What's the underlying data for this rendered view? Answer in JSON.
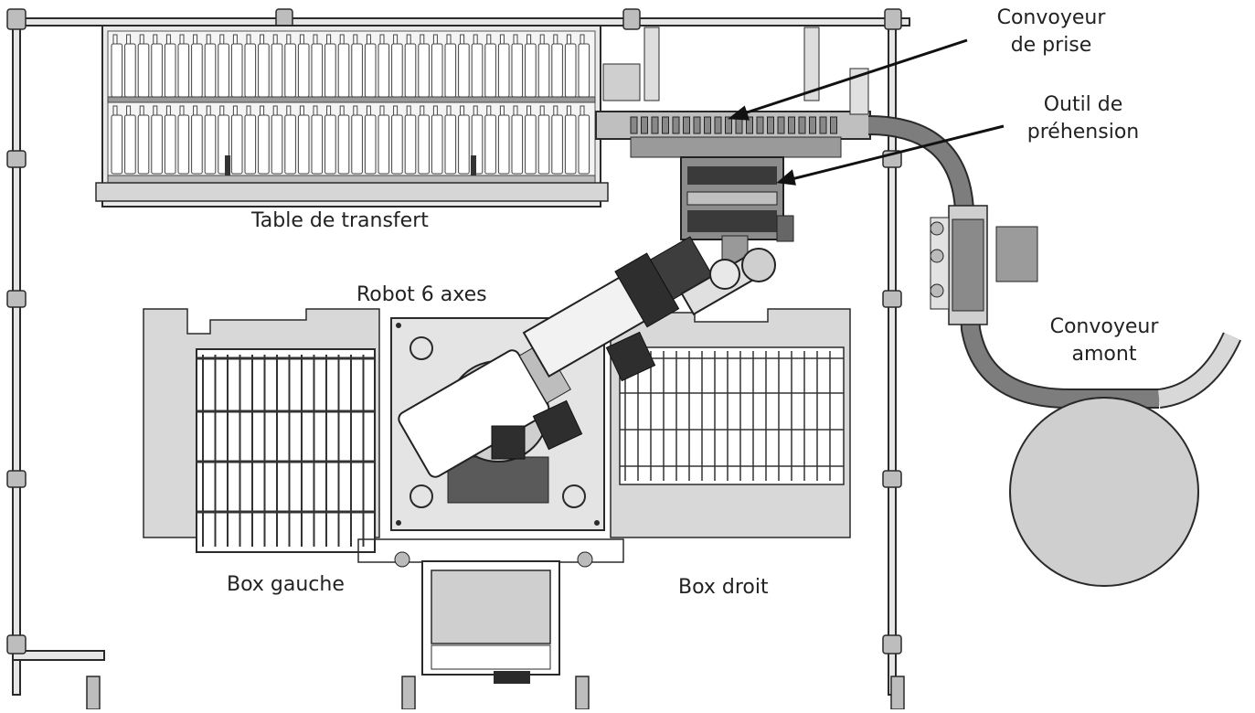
{
  "labels": {
    "table_transfert": "Table de transfert",
    "robot": "Robot 6 axes",
    "box_gauche": "Box gauche",
    "box_droit": "Box droit",
    "convoyeur_prise_1": "Convoyeur",
    "convoyeur_prise_2": "de prise",
    "outil_1": "Outil de",
    "outil_2": "préhension",
    "convoyeur_amont_1": "Convoyeur",
    "convoyeur_amont_2": "amont"
  },
  "colors": {
    "line": "#2a2a2a",
    "frame_fill": "#d8d8d8",
    "dark": "#3a3a3a",
    "conveyor": "#777777",
    "conveyor_light": "#c8c8c8",
    "disc": "#cfcfcf"
  }
}
